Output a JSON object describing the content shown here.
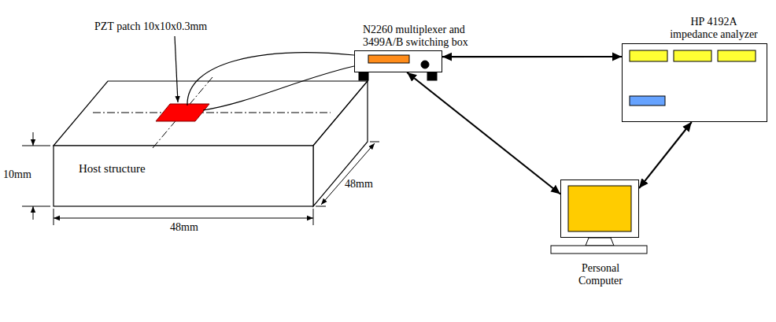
{
  "diagram": {
    "nodes": [
      {
        "text": [
          "Host structure"
        ]
      },
      {
        "text": [
          "N2260 multiplexer and 3499A/B switching box"
        ]
      },
      {
        "text": [
          "HP 4192A impedance analyzer"
        ]
      },
      {
        "text": [
          "Personal Computer"
        ]
      }
    ],
    "edges": [
      {
        "from": 1,
        "to": 2,
        "arrow": "both"
      },
      {
        "from": 1,
        "to": 3,
        "arrow": "both"
      },
      {
        "from": 2,
        "to": 3,
        "arrow": "both"
      }
    ],
    "labels": [
      "PZT patch 10x10x0.3mm",
      "10mm",
      "48mm",
      "48mm"
    ]
  }
}
